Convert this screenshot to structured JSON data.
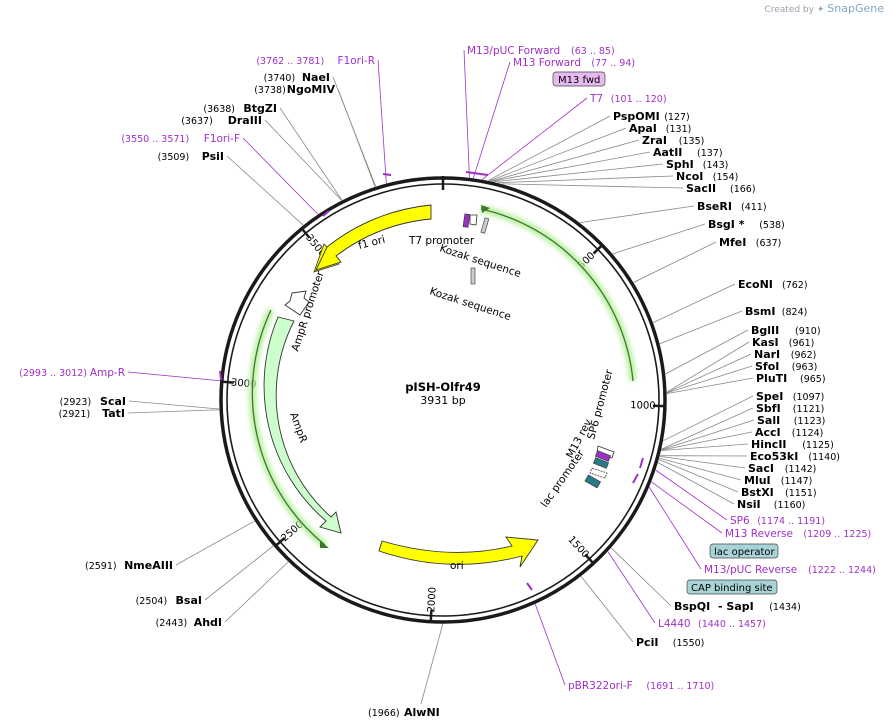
{
  "brand": {
    "prefix": "Created by",
    "name": "SnapGene"
  },
  "plasmid": {
    "name": "pISH-Olfr49",
    "length_label": "3931 bp"
  },
  "ticks": [
    "500",
    "1000",
    "1500",
    "2000",
    "2500",
    "3000",
    "3500"
  ],
  "features": [
    {
      "label": "f1 ori",
      "color": "#ffff00"
    },
    {
      "label": "ori",
      "color": "#ffff00"
    },
    {
      "label": "AmpR",
      "color": "#ccffcc"
    },
    {
      "label": "AmpR promoter",
      "color": "#ffffff"
    },
    {
      "label": "T7 promoter",
      "color": "#ffffff"
    },
    {
      "label": "Kozak sequence",
      "color": "#cccccc"
    },
    {
      "label": "Kozak sequence",
      "color": "#cccccc"
    },
    {
      "label": "SP6 promoter",
      "color": "#ffffff"
    },
    {
      "label": "M13 rev",
      "color": "#a0a0ff"
    },
    {
      "label": "lac promoter",
      "color": "#ffffff"
    }
  ],
  "sites": [
    {
      "name": "NaeI",
      "pos": "(3740)"
    },
    {
      "name": "NgoMIV",
      "pos": "(3738)"
    },
    {
      "name": "BtgZI",
      "pos": "(3638)"
    },
    {
      "name": "DraIII",
      "pos": "(3637)"
    },
    {
      "name": "PsiI",
      "pos": "(3509)"
    },
    {
      "name": "PspOMI",
      "pos": "(127)"
    },
    {
      "name": "ApaI",
      "pos": "(131)"
    },
    {
      "name": "ZraI",
      "pos": "(135)"
    },
    {
      "name": "AatII",
      "pos": "(137)"
    },
    {
      "name": "SphI",
      "pos": "(143)"
    },
    {
      "name": "NcoI",
      "pos": "(154)"
    },
    {
      "name": "SacII",
      "pos": "(166)"
    },
    {
      "name": "BseRI",
      "pos": "(411)"
    },
    {
      "name": "BsgI *",
      "pos": "(538)"
    },
    {
      "name": "MfeI",
      "pos": "(637)"
    },
    {
      "name": "EcoNI",
      "pos": "(762)"
    },
    {
      "name": "BsmI",
      "pos": "(824)"
    },
    {
      "name": "BglII",
      "pos": "(910)"
    },
    {
      "name": "KasI",
      "pos": "(961)"
    },
    {
      "name": "NarI",
      "pos": "(962)"
    },
    {
      "name": "SfoI",
      "pos": "(963)"
    },
    {
      "name": "PluTI",
      "pos": "(965)"
    },
    {
      "name": "SpeI",
      "pos": "(1097)"
    },
    {
      "name": "SbfI",
      "pos": "(1121)"
    },
    {
      "name": "SalI",
      "pos": "(1123)"
    },
    {
      "name": "AccI",
      "pos": "(1124)"
    },
    {
      "name": "HincII",
      "pos": "(1125)"
    },
    {
      "name": "Eco53kI",
      "pos": "(1140)"
    },
    {
      "name": "SacI",
      "pos": "(1142)"
    },
    {
      "name": "MluI",
      "pos": "(1147)"
    },
    {
      "name": "BstXI",
      "pos": "(1151)"
    },
    {
      "name": "NsiI",
      "pos": "(1160)"
    },
    {
      "name": "BspQI",
      "pos": ""
    },
    {
      "name": "- SapI",
      "pos": "(1434)"
    },
    {
      "name": "PciI",
      "pos": "(1550)"
    },
    {
      "name": "AlwNI",
      "pos": "(1966)"
    },
    {
      "name": "AhdI",
      "pos": "(2443)"
    },
    {
      "name": "BsaI",
      "pos": "(2504)"
    },
    {
      "name": "NmeAIII",
      "pos": "(2591)"
    },
    {
      "name": "ScaI",
      "pos": "(2923)"
    },
    {
      "name": "TatI",
      "pos": "(2921)"
    }
  ],
  "primers": [
    {
      "name": "F1ori-R",
      "pos": "(3762 .. 3781)"
    },
    {
      "name": "F1ori-F",
      "pos": "(3550 .. 3571)"
    },
    {
      "name": "M13/pUC Forward",
      "pos": "(63 .. 85)"
    },
    {
      "name": "M13 Forward",
      "pos": "(77 .. 94)"
    },
    {
      "name": "T7",
      "pos": "(101 .. 120)"
    },
    {
      "name": "Amp-R",
      "pos": "(2993 .. 3012)"
    },
    {
      "name": "SP6",
      "pos": "(1174 .. 1191)"
    },
    {
      "name": "M13 Reverse",
      "pos": "(1209 .. 1225)"
    },
    {
      "name": "M13/pUC Reverse",
      "pos": "(1222 .. 1244)"
    },
    {
      "name": "L4440",
      "pos": "(1440 .. 1457)"
    },
    {
      "name": "pBR322ori-F",
      "pos": "(1691 .. 1710)"
    }
  ],
  "badges": [
    {
      "label": "M13 fwd",
      "color": "#e8b8f0"
    },
    {
      "label": "lac operator",
      "color": "#a8d4d8"
    },
    {
      "label": "CAP binding site",
      "color": "#a8d4d8"
    }
  ],
  "colors": {
    "backbone": "#1a1a1a",
    "primer": "#a030c8",
    "line": "#888888"
  }
}
